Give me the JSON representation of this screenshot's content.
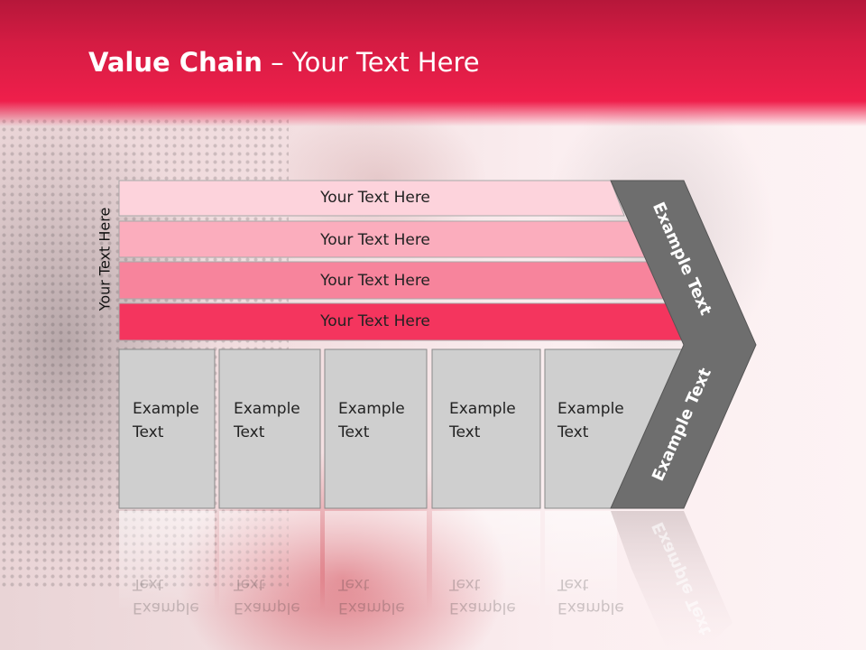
{
  "slide": {
    "title_bold": "Value Chain",
    "title_rest": " – Your Text Here",
    "side_label": "Your Text Here"
  },
  "bars": [
    {
      "label": "Your Text Here",
      "fill": "#fdd3dc"
    },
    {
      "label": "Your Text Here",
      "fill": "#fbadbd"
    },
    {
      "label": "Your Text Here",
      "fill": "#f7849c"
    },
    {
      "label": "Your Text Here",
      "fill": "#f4355e"
    }
  ],
  "columns": [
    {
      "line1": "Example",
      "line2": "Text"
    },
    {
      "line1": "Example",
      "line2": "Text"
    },
    {
      "line1": "Example",
      "line2": "Text"
    },
    {
      "line1": "Example",
      "line2": "Text"
    },
    {
      "line1": "Example",
      "line2": "Text"
    }
  ],
  "chevron": {
    "upper_label": "Example Text",
    "lower_label": "Example Text",
    "fill": "#6e6e6e"
  },
  "colors": {
    "header": "#ef1f4b",
    "column_fill": "#cfcfcf",
    "column_border": "#8a8a8a"
  }
}
